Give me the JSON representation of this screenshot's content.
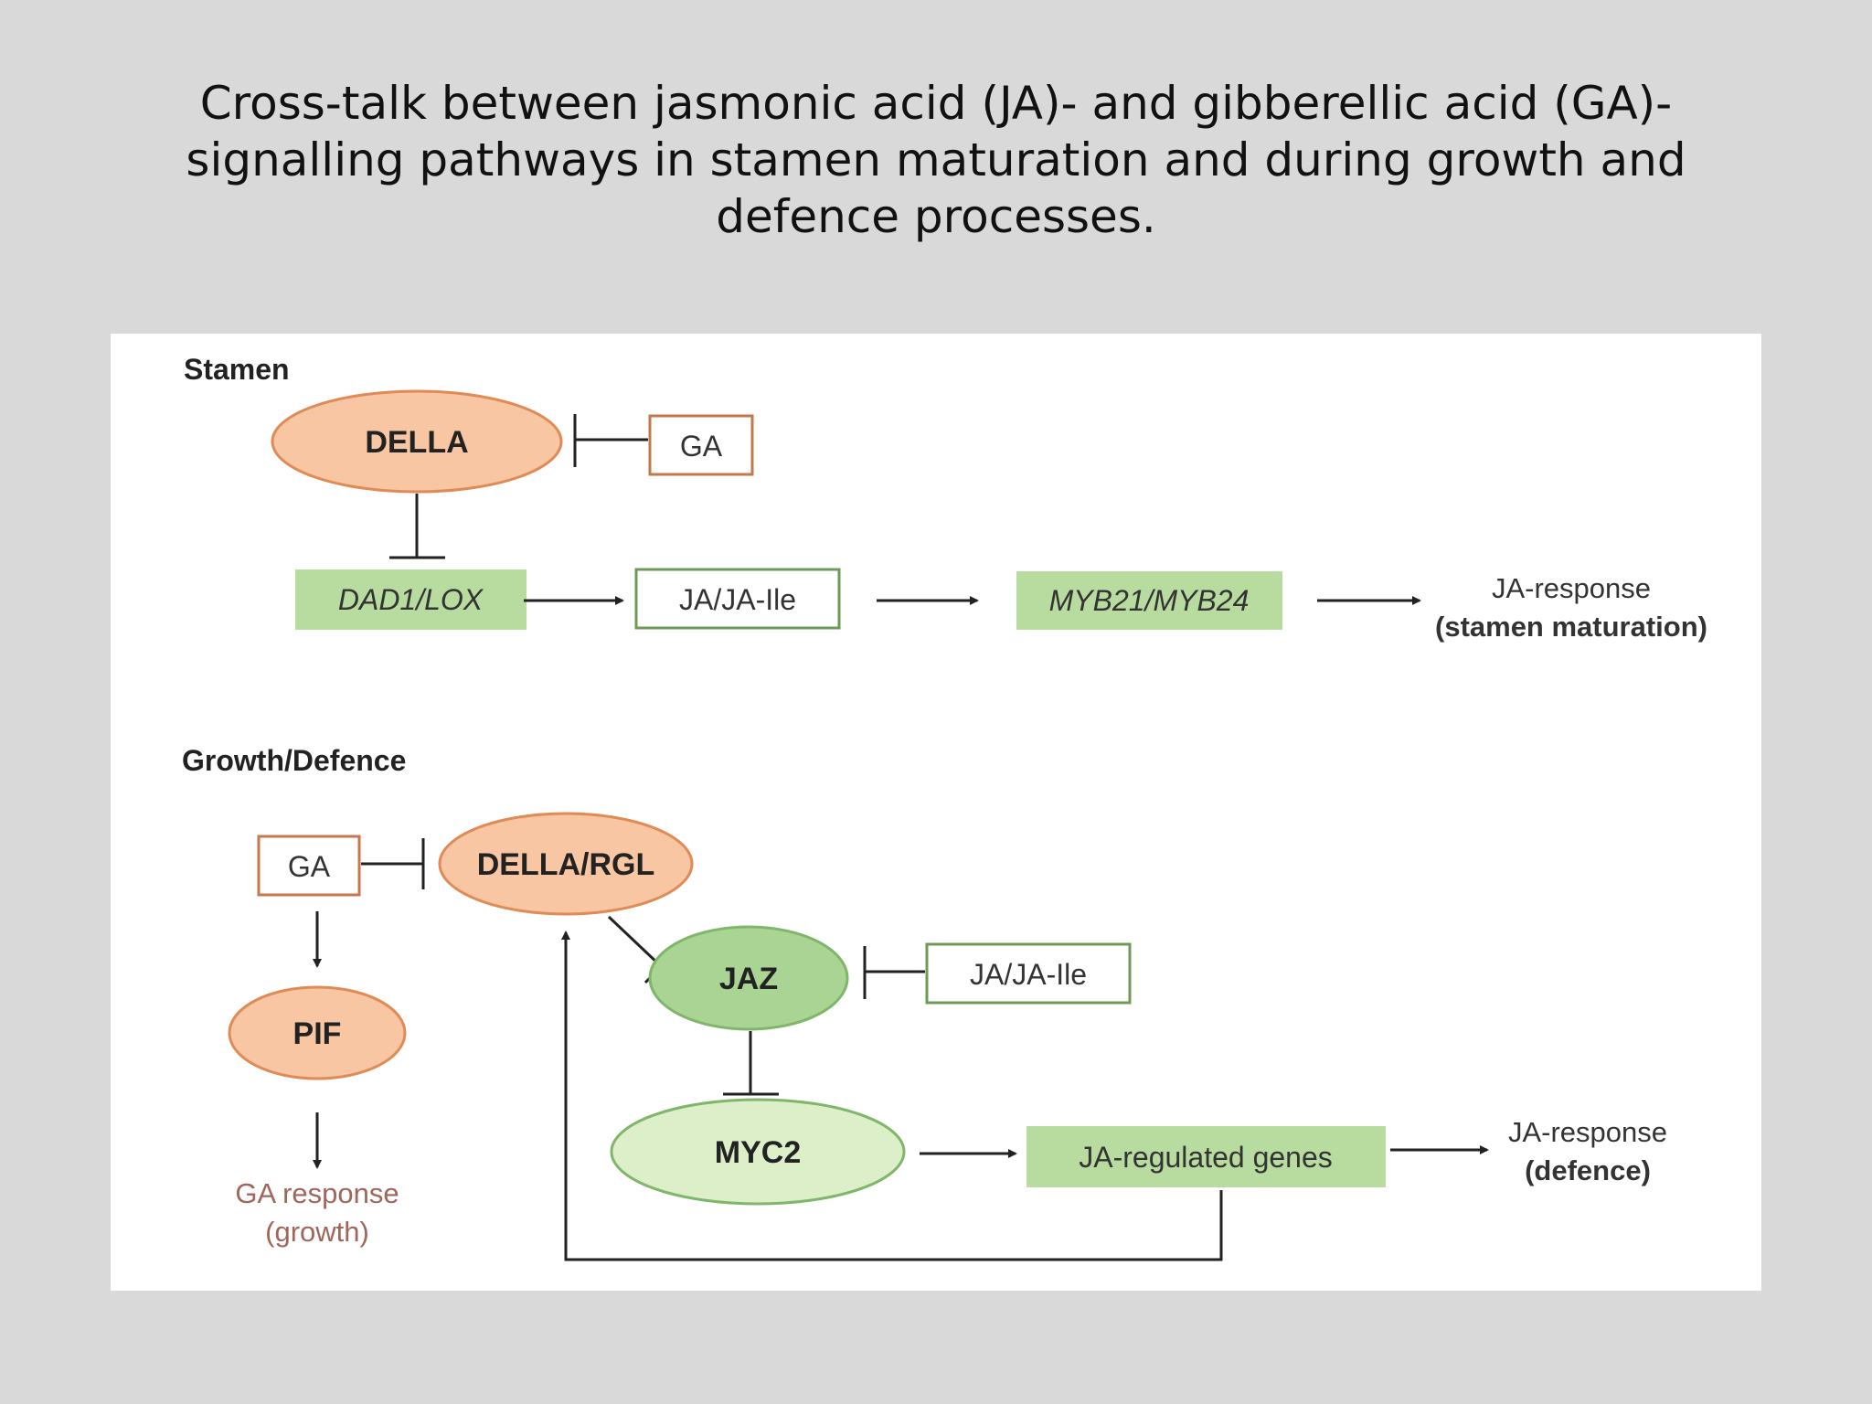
{
  "title": "Cross-talk between jasmonic acid (JA)- and gibberellic acid (GA)-signalling pathways in stamen maturation and during growth and defence processes.",
  "stamen": {
    "label": "Stamen",
    "della": "DELLA",
    "ga": "GA",
    "dad1_lox": "DAD1/LOX",
    "ja_ile": "JA/JA-Ile",
    "myb": "MYB21/MYB24",
    "response_line1": "JA-response",
    "response_line2": "(stamen maturation)"
  },
  "growth": {
    "label": "Growth/Defence",
    "ga": "GA",
    "della_rgl": "DELLA/RGL",
    "pif": "PIF",
    "ga_response_line1": "GA response",
    "ga_response_line2": "(growth)",
    "jaz": "JAZ",
    "ja_ile": "JA/JA-Ile",
    "myc2": "MYC2",
    "ja_genes": "JA-regulated genes",
    "defence_line1": "JA-response",
    "defence_line2": "(defence)"
  },
  "colors": {
    "orange_fill": "#f8c6a2",
    "orange_stroke": "#e08a55",
    "green_fill": "#a9d494",
    "green_stroke": "#7fb66a",
    "lightgreen_fill": "#dcefc8",
    "box_green": "#b8dc9f",
    "box_outline_orange": "#c8764b",
    "box_outline_green": "#6e9a55"
  }
}
